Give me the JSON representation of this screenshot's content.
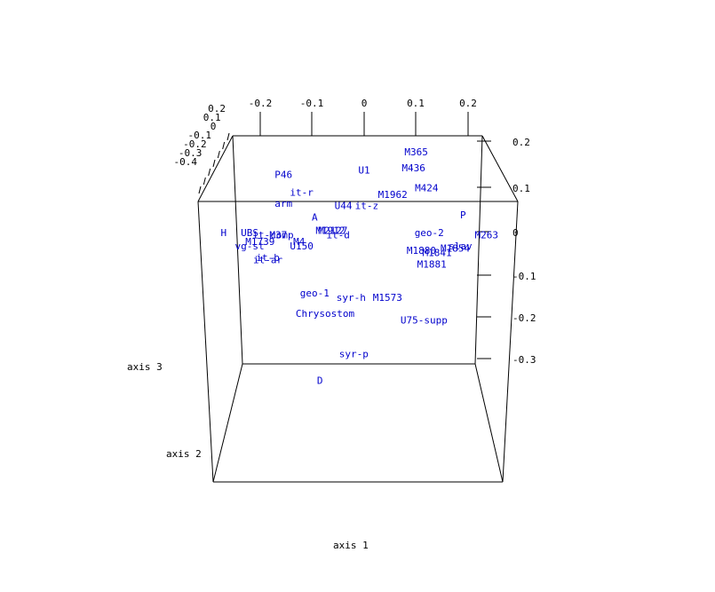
{
  "chart_data": {
    "type": "scatter",
    "title": "",
    "axes": {
      "x": {
        "label": "axis 1",
        "ticks": [
          "-0.2",
          "-0.1",
          "0",
          "0.1",
          "0.2"
        ]
      },
      "y": {
        "label": "axis 2",
        "ticks": [
          "-0.4",
          "-0.3",
          "-0.2",
          "-0.1",
          "0",
          "0.1",
          "0.2"
        ]
      },
      "z": {
        "label": "axis 3",
        "ticks": [
          "0.2",
          "0.1",
          "0",
          "-0.1",
          "-0.2",
          "-0.3"
        ]
      }
    },
    "colors": {
      "points": "#0000cc",
      "box": "#000000",
      "text": "#000000"
    },
    "points": [
      {
        "label": "M365",
        "x": 0.1,
        "z": 0.18
      },
      {
        "label": "U1",
        "x": 0.0,
        "z": 0.14
      },
      {
        "label": "M436",
        "x": 0.095,
        "z": 0.145
      },
      {
        "label": "P46",
        "x": -0.155,
        "z": 0.13
      },
      {
        "label": "M424",
        "x": 0.12,
        "z": 0.1
      },
      {
        "label": "it-r",
        "x": -0.12,
        "z": 0.09
      },
      {
        "label": "M1962",
        "x": 0.055,
        "z": 0.085
      },
      {
        "label": "arm",
        "x": -0.155,
        "z": 0.065
      },
      {
        "label": "U44",
        "x": -0.04,
        "z": 0.06
      },
      {
        "label": "it-z",
        "x": 0.005,
        "z": 0.06
      },
      {
        "label": "P",
        "x": 0.19,
        "z": 0.04
      },
      {
        "label": "A",
        "x": -0.095,
        "z": 0.035
      },
      {
        "label": "H",
        "x": -0.27,
        "z": 0.0
      },
      {
        "label": "UBS",
        "x": -0.22,
        "z": 0.0
      },
      {
        "label": "it-comp",
        "x": -0.175,
        "z": -0.005
      },
      {
        "label": "M37",
        "x": -0.165,
        "z": -0.005
      },
      {
        "label": "M1912",
        "x": -0.065,
        "z": 0.005
      },
      {
        "label": "M2127",
        "x": -0.06,
        "z": 0.005
      },
      {
        "label": "it-d",
        "x": -0.05,
        "z": -0.005
      },
      {
        "label": "geo-2",
        "x": 0.125,
        "z": 0.0
      },
      {
        "label": "M263",
        "x": 0.235,
        "z": -0.005
      },
      {
        "label": "M1739",
        "x": -0.2,
        "z": -0.02
      },
      {
        "label": "vg-st",
        "x": -0.22,
        "z": -0.03
      },
      {
        "label": "M4",
        "x": -0.125,
        "z": -0.02
      },
      {
        "label": "U150",
        "x": -0.12,
        "z": -0.03
      },
      {
        "label": "slav",
        "x": 0.185,
        "z": -0.03
      },
      {
        "label": "M1854",
        "x": 0.175,
        "z": -0.035
      },
      {
        "label": "M1880",
        "x": 0.11,
        "z": -0.04
      },
      {
        "label": "M1841",
        "x": 0.14,
        "z": -0.045
      },
      {
        "label": "M1881",
        "x": 0.13,
        "z": -0.07
      },
      {
        "label": "it-b",
        "x": -0.185,
        "z": -0.055
      },
      {
        "label": "it-ar",
        "x": -0.185,
        "z": -0.06
      },
      {
        "label": "geo-1",
        "x": -0.095,
        "z": -0.135
      },
      {
        "label": "syr-h",
        "x": -0.025,
        "z": -0.145
      },
      {
        "label": "M1573",
        "x": 0.045,
        "z": -0.145
      },
      {
        "label": "Chrysostom",
        "x": -0.075,
        "z": -0.18
      },
      {
        "label": "U75-supp",
        "x": 0.115,
        "z": -0.195
      },
      {
        "label": "syr-p",
        "x": -0.02,
        "z": -0.27
      },
      {
        "label": "D",
        "x": -0.085,
        "z": -0.33
      }
    ]
  }
}
